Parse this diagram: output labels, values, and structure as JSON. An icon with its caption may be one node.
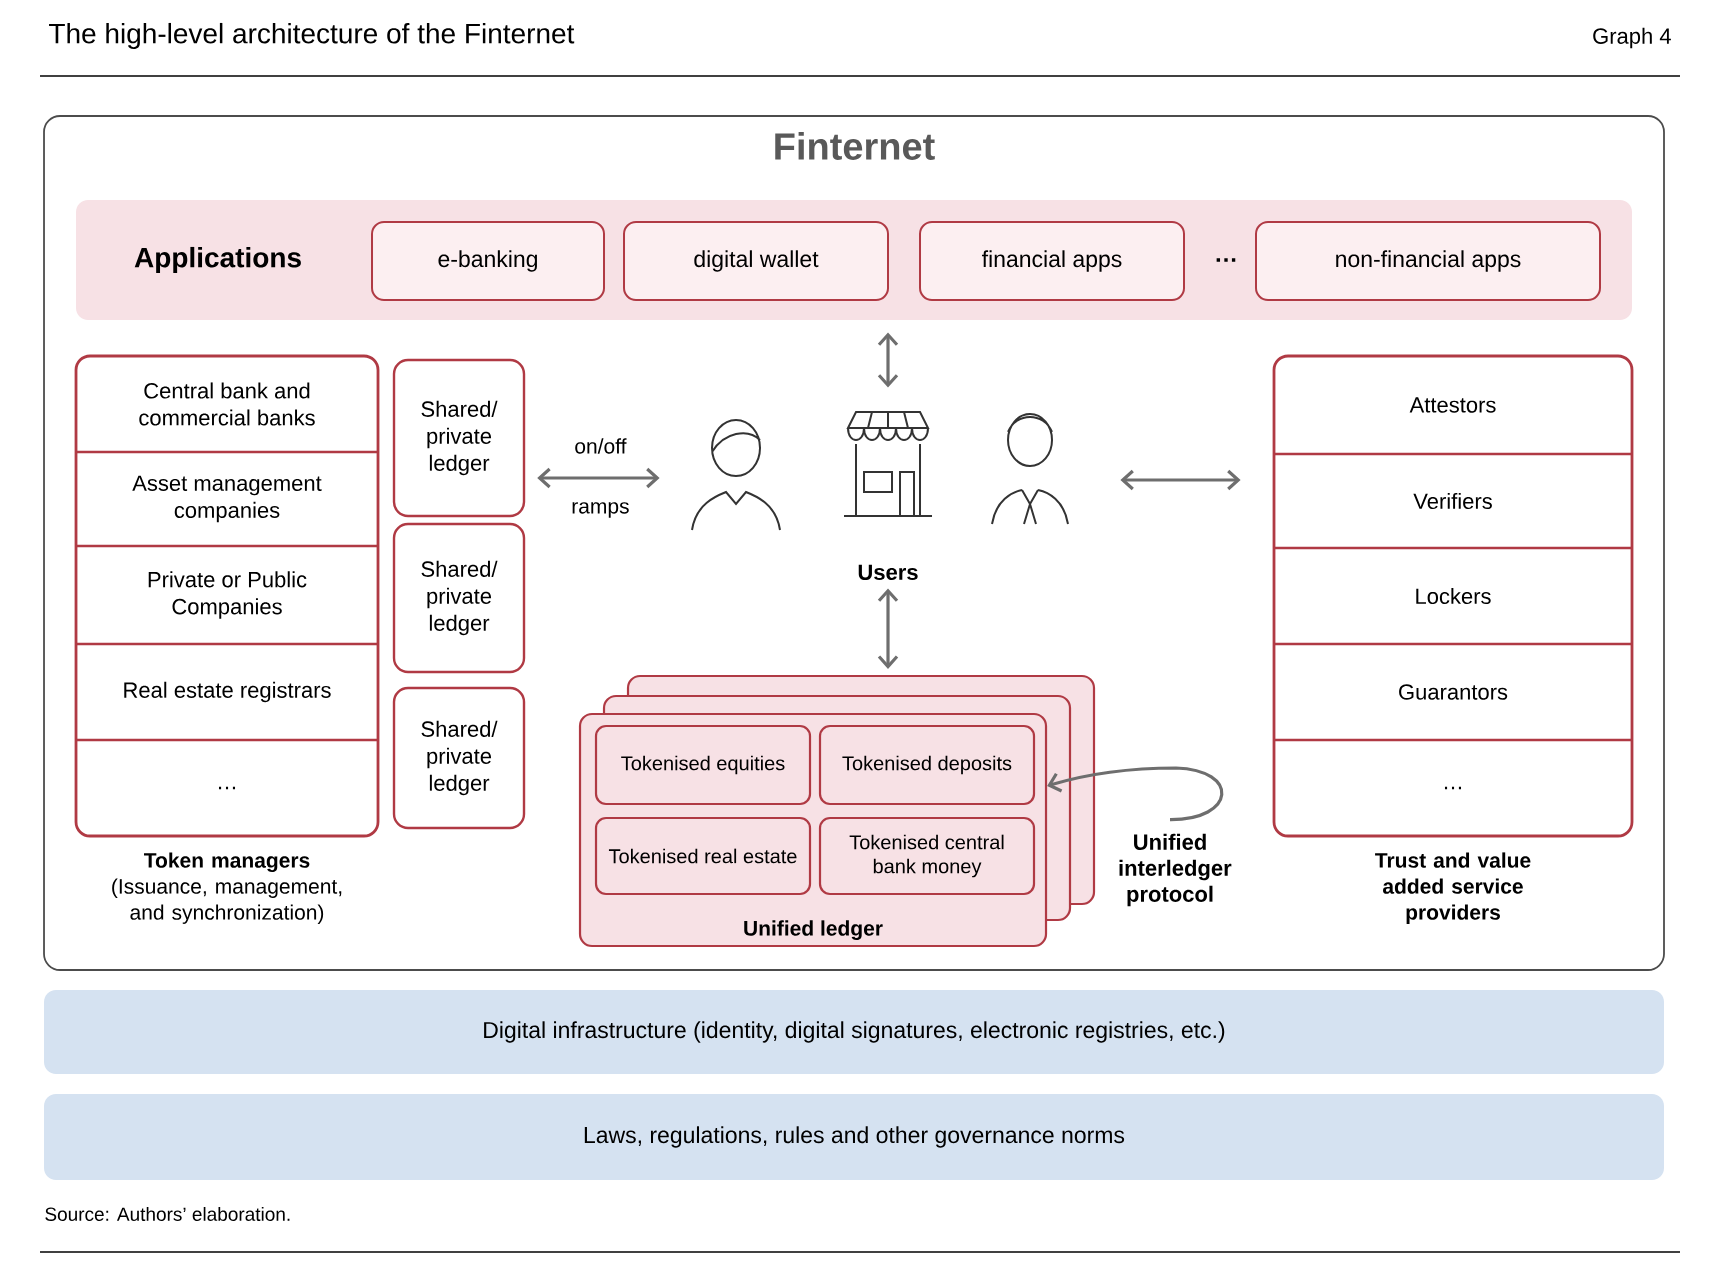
{
  "diagram": {
    "title": "The high-level architecture of the Finternet",
    "caption": "Source: Authors’ elaboration.",
    "nodes": [
      {
        "text": [
          "Finternet"
        ]
      },
      {
        "text": [
          "Applications"
        ],
        "in": 0
      },
      {
        "text": [
          "e-banking"
        ],
        "in": 1
      },
      {
        "text": [
          "digital wallet"
        ],
        "in": 1
      },
      {
        "text": [
          "financial apps"
        ],
        "in": 1
      },
      {
        "text": [
          "non-financial apps"
        ],
        "in": 1
      },
      {
        "text": [
          "Token managers",
          "(Issuance, management, and synchronization)"
        ],
        "in": 0
      },
      {
        "text": [
          "Central bank and commercial banks"
        ],
        "in": 6
      },
      {
        "text": [
          "Asset management companies"
        ],
        "in": 6
      },
      {
        "text": [
          "Private or Public Companies"
        ],
        "in": 6
      },
      {
        "text": [
          "Real estate registrars"
        ],
        "in": 6
      },
      {
        "text": [
          "…"
        ],
        "in": 6
      },
      {
        "text": [
          "Shared/ private ledger"
        ],
        "in": 0
      },
      {
        "text": [
          "Shared/ private ledger"
        ],
        "in": 0
      },
      {
        "text": [
          "Shared/ private ledger"
        ],
        "in": 0
      },
      {
        "text": [
          "Users"
        ],
        "in": 0
      },
      {
        "text": [
          "Unified ledger"
        ],
        "in": 0
      },
      {
        "text": [
          "Tokenised equities"
        ],
        "in": 16
      },
      {
        "text": [
          "Tokenised deposits"
        ],
        "in": 16
      },
      {
        "text": [
          "Tokenised real estate"
        ],
        "in": 16
      },
      {
        "text": [
          "Tokenised central bank money"
        ],
        "in": 16
      },
      {
        "text": [
          "Trust and value added service providers"
        ],
        "in": 0
      },
      {
        "text": [
          "Attestors"
        ],
        "in": 21
      },
      {
        "text": [
          "Verifiers"
        ],
        "in": 21
      },
      {
        "text": [
          "Lockers"
        ],
        "in": 21
      },
      {
        "text": [
          "Guarantors"
        ],
        "in": 21
      },
      {
        "text": [
          "…"
        ],
        "in": 21
      },
      {
        "text": [
          "Digital infrastructure  (identity, digital signatures, electronic registries, etc.)"
        ]
      },
      {
        "text": [
          "Laws, regulations, rules and other governance norms"
        ]
      },
      {
        "text": [
          "Unified interledger protocol"
        ],
        "in": 0
      }
    ],
    "edges": [
      {
        "from": 12,
        "to": 15,
        "arrow": "both",
        "label": "on/off ramps"
      },
      {
        "from": 1,
        "to": 15,
        "arrow": "both"
      },
      {
        "from": 15,
        "to": 16,
        "arrow": "both"
      },
      {
        "from": 15,
        "to": 21,
        "arrow": "both"
      },
      {
        "from": 29,
        "to": 16,
        "arrow": "to"
      }
    ],
    "labels": [
      "Graph 4",
      "…"
    ]
  }
}
